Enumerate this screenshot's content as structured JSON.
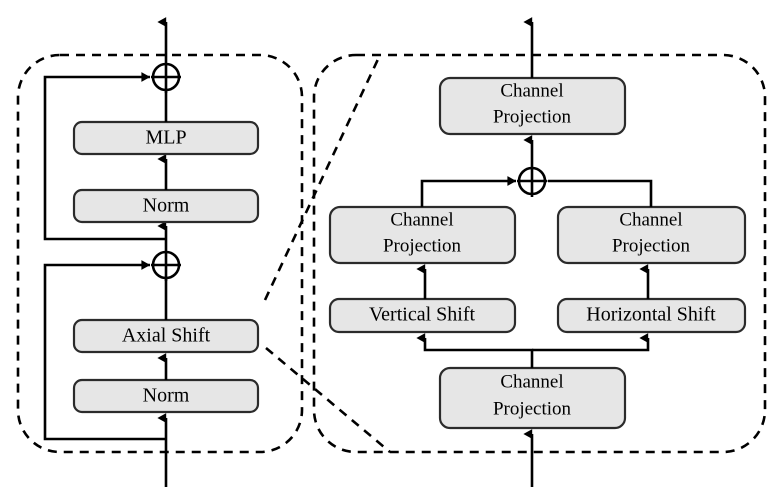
{
  "figure": {
    "title": "Axial Shift block architecture diagram",
    "background_color": "#ffffff",
    "box_fill_color": "#e6e6e6",
    "box_stroke_color": "#2b2b2b",
    "wire_color": "#000000"
  },
  "left_panel": {
    "name": "axial-shift-block",
    "blocks": [
      {
        "id": "mlp",
        "label": "MLP",
        "lines": [
          "MLP"
        ]
      },
      {
        "id": "norm-upper",
        "label": "Norm",
        "lines": [
          "Norm"
        ]
      },
      {
        "id": "axial-shift",
        "label": "Axial Shift",
        "lines": [
          "Axial Shift"
        ]
      },
      {
        "id": "norm-lower",
        "label": "Norm",
        "lines": [
          "Norm"
        ]
      }
    ],
    "operators": [
      {
        "id": "add-upper",
        "symbol": "+",
        "name": "addition-operator"
      },
      {
        "id": "add-lower",
        "symbol": "+",
        "name": "addition-operator"
      }
    ]
  },
  "right_panel": {
    "name": "axial-shift-detail",
    "blocks": [
      {
        "id": "cp-top",
        "label": "Channel Projection",
        "lines": [
          "Channel",
          "Projection"
        ]
      },
      {
        "id": "cp-left",
        "label": "Channel Projection",
        "lines": [
          "Channel",
          "Projection"
        ]
      },
      {
        "id": "cp-right",
        "label": "Channel Projection",
        "lines": [
          "Channel",
          "Projection"
        ]
      },
      {
        "id": "vertical-shift",
        "label": "Vertical Shift",
        "lines": [
          "Vertical Shift"
        ]
      },
      {
        "id": "horizontal-shift",
        "label": "Horizontal Shift",
        "lines": [
          "Horizontal Shift"
        ]
      },
      {
        "id": "cp-bottom",
        "label": "Channel Projection",
        "lines": [
          "Channel",
          "Projection"
        ]
      }
    ],
    "operators": [
      {
        "id": "add-merge",
        "symbol": "+",
        "name": "addition-operator"
      }
    ]
  }
}
